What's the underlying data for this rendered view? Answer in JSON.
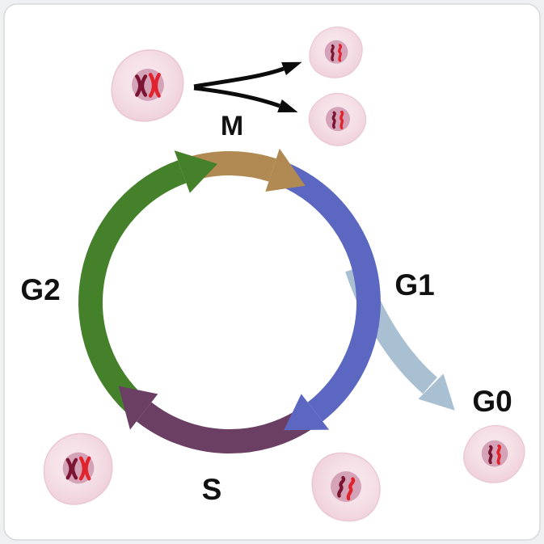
{
  "diagram_type": "cell-cycle",
  "phases": {
    "g1": {
      "label": "G1",
      "color": "#5b67c1"
    },
    "s": {
      "label": "S",
      "color": "#6b3f64"
    },
    "g2": {
      "label": "G2",
      "color": "#45812b"
    },
    "m": {
      "label": "M",
      "color": "#b08a52"
    },
    "g0": {
      "label": "G0",
      "color": "#a9bfd2"
    }
  },
  "cell_colors": {
    "body_edge": "#eac8d4",
    "nucleus": "#d5a3b8",
    "chromosome_dark": "#7c1533",
    "chromosome_red": "#e1232e"
  },
  "division_arrow_color": "#0c0c0c",
  "background": {
    "card": "#ffffff",
    "border": "#d9d9d9",
    "page": "#eef0f1"
  }
}
